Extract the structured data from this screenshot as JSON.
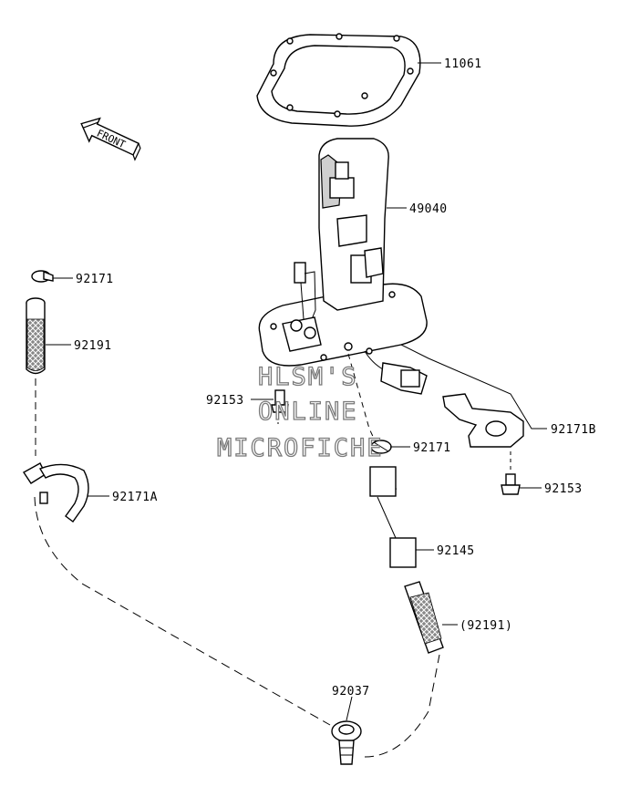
{
  "front_label": "FRONT",
  "watermark": {
    "line1": "HLSM'S",
    "line2": "ONLINE",
    "line3": "MICROFICHE"
  },
  "callouts": {
    "p11061": "11061",
    "p49040": "49040",
    "p92171_top": "92171",
    "p92191_top": "92191",
    "p92153_left": "92153",
    "p92171_mid": "92171",
    "p92171B": "92171B",
    "p92153_right": "92153",
    "p92171A": "92171A",
    "p92145": "92145",
    "p92191_paren": "(92191)",
    "p92037": "92037"
  }
}
